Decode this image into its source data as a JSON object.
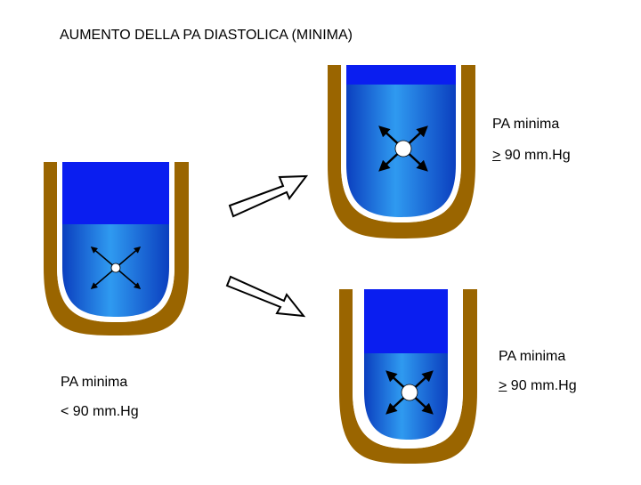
{
  "title": "AUMENTO DELLA PA DIASTOLICA (MINIMA)",
  "labels": {
    "left": {
      "line1": "PA minima",
      "line2_prefix": "<",
      "line2_value": " 90 mm.Hg"
    },
    "top_right": {
      "line1": "PA minima",
      "line2_prefix": ">",
      "line2_value": " 90 mm.Hg"
    },
    "bottom_right": {
      "line1": "PA minima",
      "line2_prefix": ">",
      "line2_value": " 90 mm.Hg"
    }
  },
  "colors": {
    "wall": "#9a6500",
    "inner_white": "#ffffff",
    "upper_fill": "#0a1ef0",
    "lower_fill": "#1d74e0",
    "arrow": "#000000"
  }
}
